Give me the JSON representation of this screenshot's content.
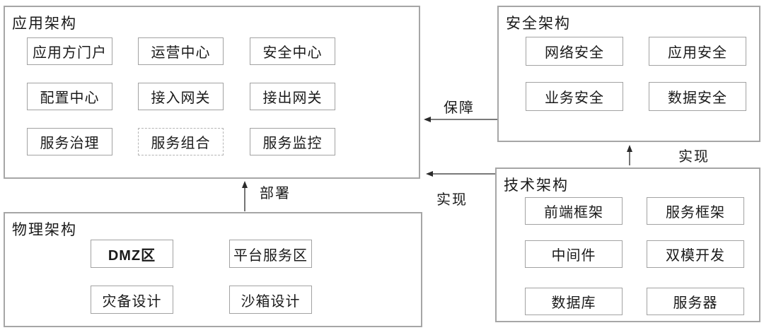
{
  "diagram": {
    "groups": [
      {
        "title": "应用架构",
        "items": [
          "应用方门户",
          "运营中心",
          "安全中心",
          "配置中心",
          "接入网关",
          "接出网关",
          "服务治理",
          "服务组合",
          "服务监控"
        ]
      },
      {
        "title": "安全架构",
        "items": [
          "网络安全",
          "应用安全",
          "业务安全",
          "数据安全"
        ]
      },
      {
        "title": "技术架构",
        "items": [
          "前端框架",
          "服务框架",
          "中间件",
          "双模开发",
          "数据库",
          "服务器"
        ]
      },
      {
        "title": "物理架构",
        "items": [
          "DMZ区",
          "平台服务区",
          "灾备设计",
          "沙箱设计"
        ]
      }
    ],
    "arrows": [
      {
        "label": "保障",
        "from": "安全架构",
        "to": "应用架构",
        "direction": "left"
      },
      {
        "label": "实现",
        "from": "技术架构",
        "to": "应用架构",
        "direction": "left"
      },
      {
        "label": "实现",
        "from": "技术架构",
        "to": "安全架构",
        "direction": "up"
      },
      {
        "label": "部署",
        "from": "物理架构",
        "to": "应用架构",
        "direction": "up"
      }
    ],
    "colors": {
      "group_border": "#a6a6a6",
      "node_border": "#a2a2a2",
      "dashed_node_border": "#b4b4b4",
      "arrow": "#2b2b2b",
      "text": "#1a1a1a",
      "background": "#ffffff"
    }
  }
}
